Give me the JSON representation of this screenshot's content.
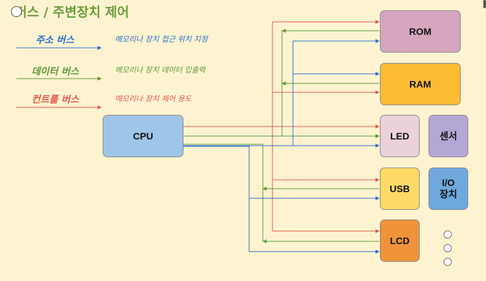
{
  "title": "버스 / 주변장치 제어",
  "colors": {
    "address": "#2f6fd0",
    "data": "#5e9a3a",
    "control": "#e0594a",
    "background": "#fdf3d0"
  },
  "legend": [
    {
      "label": "주소 버스",
      "desc": "메모리나 장치 접근 위치 지정"
    },
    {
      "label": "데이터 버스",
      "desc": "메모리나 장치 데이터 입출력"
    },
    {
      "label": "컨트롤 버스",
      "desc": "메모리나 장치 제어 용도"
    }
  ],
  "devices": {
    "cpu": "CPU",
    "rom": "ROM",
    "ram": "RAM",
    "led": "LED",
    "sensor": "센서",
    "usb": "USB",
    "io_line1": "I/O",
    "io_line2": "장치",
    "lcd": "LCD"
  }
}
